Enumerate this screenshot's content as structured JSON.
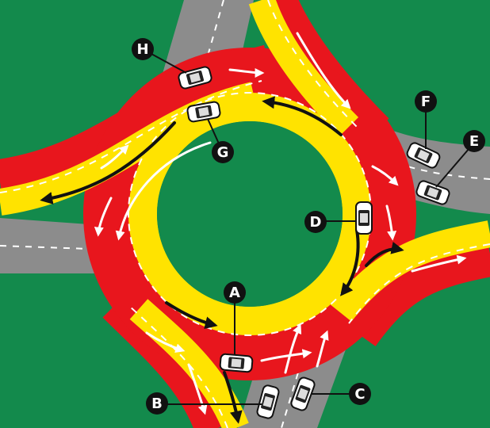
{
  "diagram": {
    "colors": {
      "grass": "#138a4c",
      "outer_lane": "#e8161d",
      "inner_lane": "#ffe300",
      "road": "#8c8c8c",
      "island": "#138a4c",
      "black_arrow": "#111111",
      "white_arrow": "#ffffff",
      "label_bg": "#111111",
      "label_fg": "#ffffff"
    },
    "labels": {
      "A": "A",
      "B": "B",
      "C": "C",
      "D": "D",
      "E": "E",
      "F": "F",
      "G": "G",
      "H": "H"
    }
  }
}
